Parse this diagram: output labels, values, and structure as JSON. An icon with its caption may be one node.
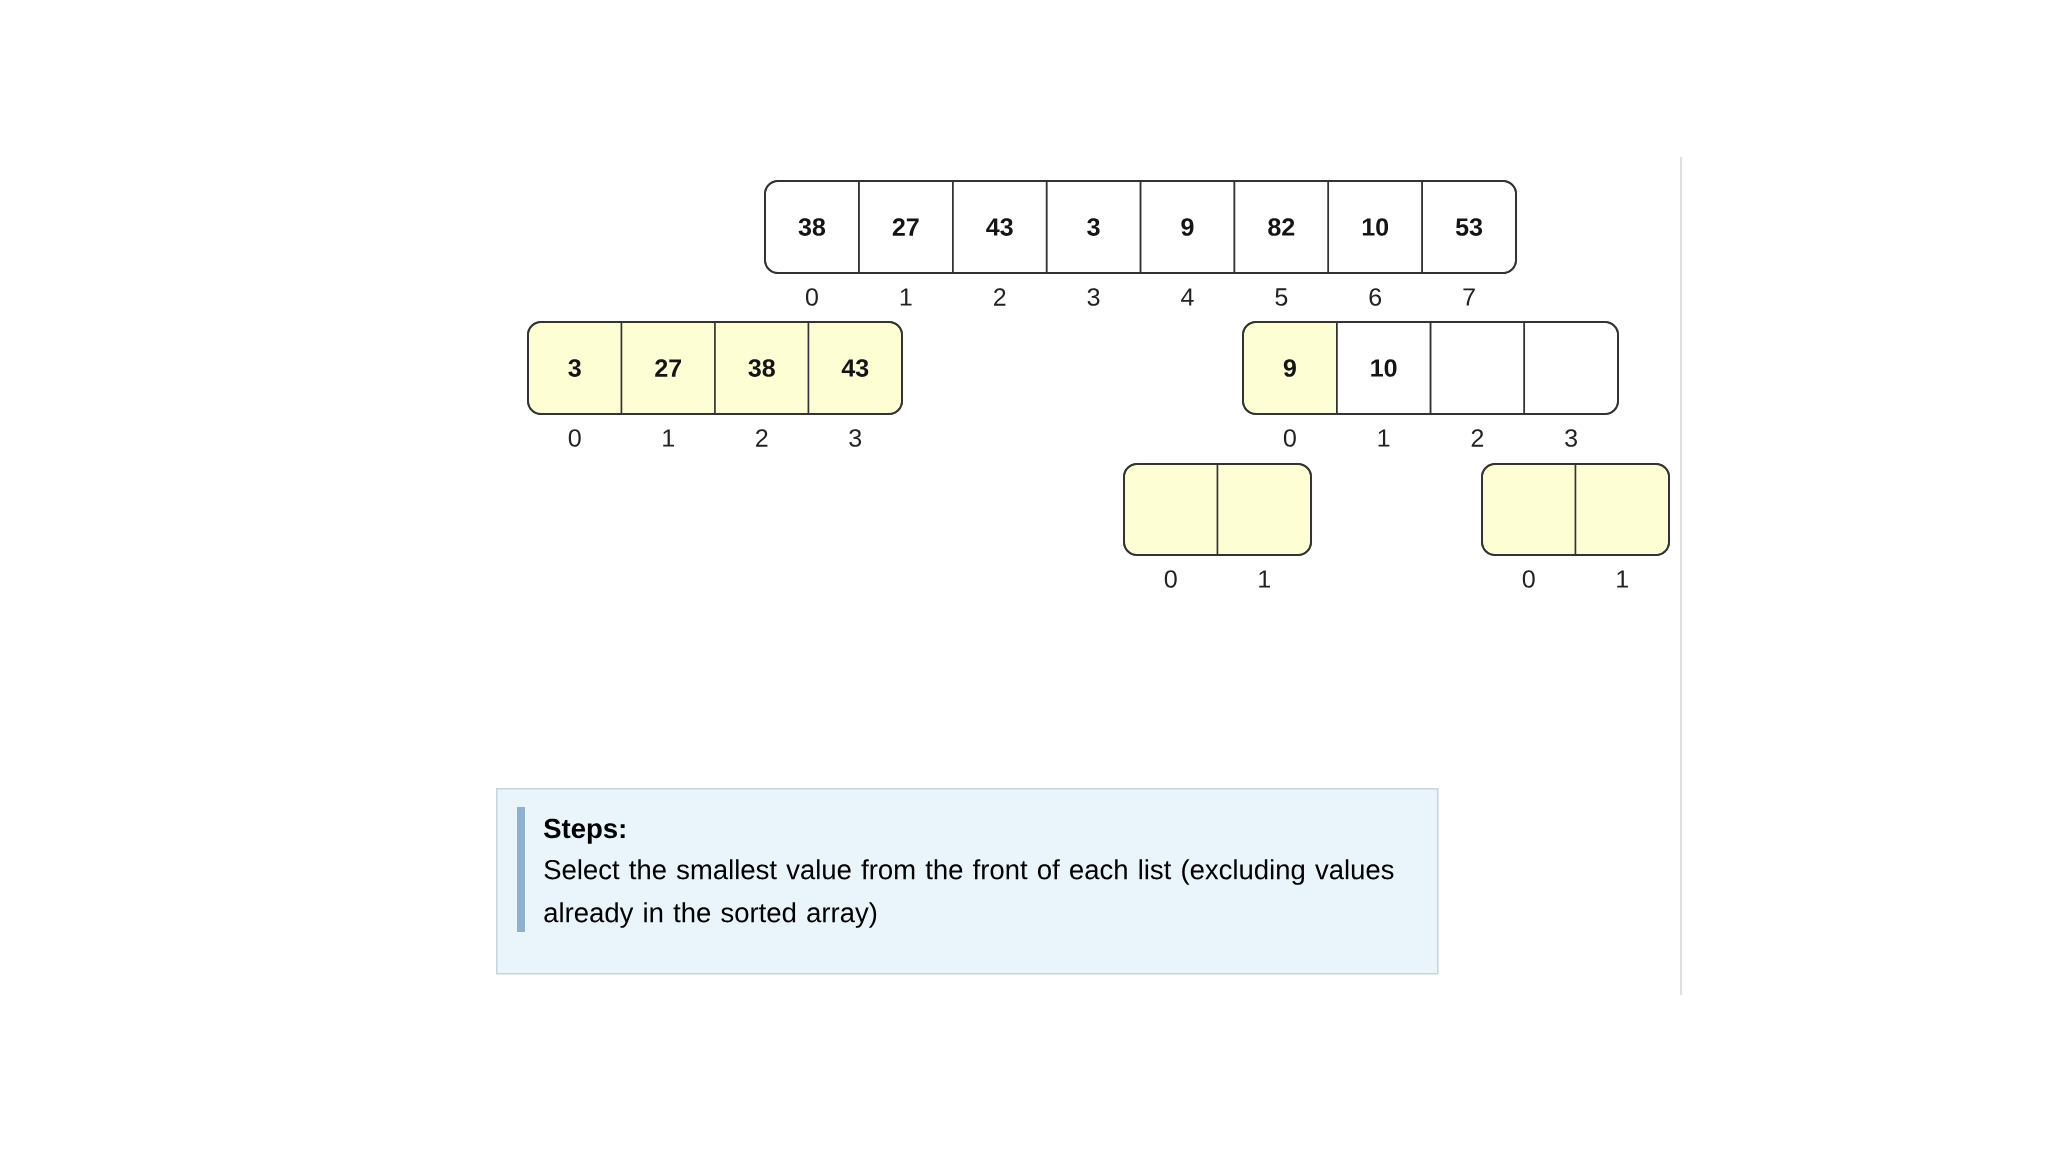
{
  "diagram": {
    "nodes": [
      {
        "text": [],
        "shape": "box"
      },
      {
        "text": [
          "38"
        ],
        "in": 0,
        "beside": [
          "0"
        ]
      },
      {
        "text": [
          "27"
        ],
        "in": 0,
        "beside": [
          "1"
        ]
      },
      {
        "text": [
          "43"
        ],
        "in": 0,
        "beside": [
          "2"
        ]
      },
      {
        "text": [
          "3"
        ],
        "in": 0,
        "beside": [
          "3"
        ]
      },
      {
        "text": [
          "9"
        ],
        "in": 0,
        "beside": [
          "4"
        ]
      },
      {
        "text": [
          "82"
        ],
        "in": 0,
        "beside": [
          "5"
        ]
      },
      {
        "text": [
          "10"
        ],
        "in": 0,
        "beside": [
          "6"
        ]
      },
      {
        "text": [
          "53"
        ],
        "in": 0,
        "beside": [
          "7"
        ]
      },
      {
        "text": [],
        "shape": "box"
      },
      {
        "text": [
          "3"
        ],
        "in": 9,
        "beside": [
          "0"
        ]
      },
      {
        "text": [
          "27"
        ],
        "in": 9,
        "beside": [
          "1"
        ]
      },
      {
        "text": [
          "38"
        ],
        "in": 9,
        "beside": [
          "2"
        ]
      },
      {
        "text": [
          "43"
        ],
        "in": 9,
        "beside": [
          "3"
        ]
      },
      {
        "text": [],
        "shape": "box"
      },
      {
        "text": [
          "9"
        ],
        "in": 14,
        "beside": [
          "0"
        ]
      },
      {
        "text": [
          "10"
        ],
        "in": 14,
        "beside": [
          "1"
        ]
      },
      {
        "text": [],
        "shape": "box",
        "in": 14,
        "beside": [
          "2"
        ]
      },
      {
        "text": [],
        "shape": "box",
        "in": 14,
        "beside": [
          "3"
        ]
      },
      {
        "text": [],
        "shape": "box"
      },
      {
        "text": [],
        "shape": "box",
        "in": 19,
        "beside": [
          "0"
        ]
      },
      {
        "text": [],
        "shape": "box",
        "in": 19,
        "beside": [
          "1"
        ]
      },
      {
        "text": [],
        "shape": "box"
      },
      {
        "text": [],
        "shape": "box",
        "in": 22,
        "beside": [
          "0"
        ]
      },
      {
        "text": [],
        "shape": "box",
        "in": 22,
        "beside": [
          "1"
        ]
      },
      {
        "text": [
          "Steps:",
          "Select the smallest value from the front of each list (excluding values already in the sorted array)"
        ]
      }
    ]
  }
}
